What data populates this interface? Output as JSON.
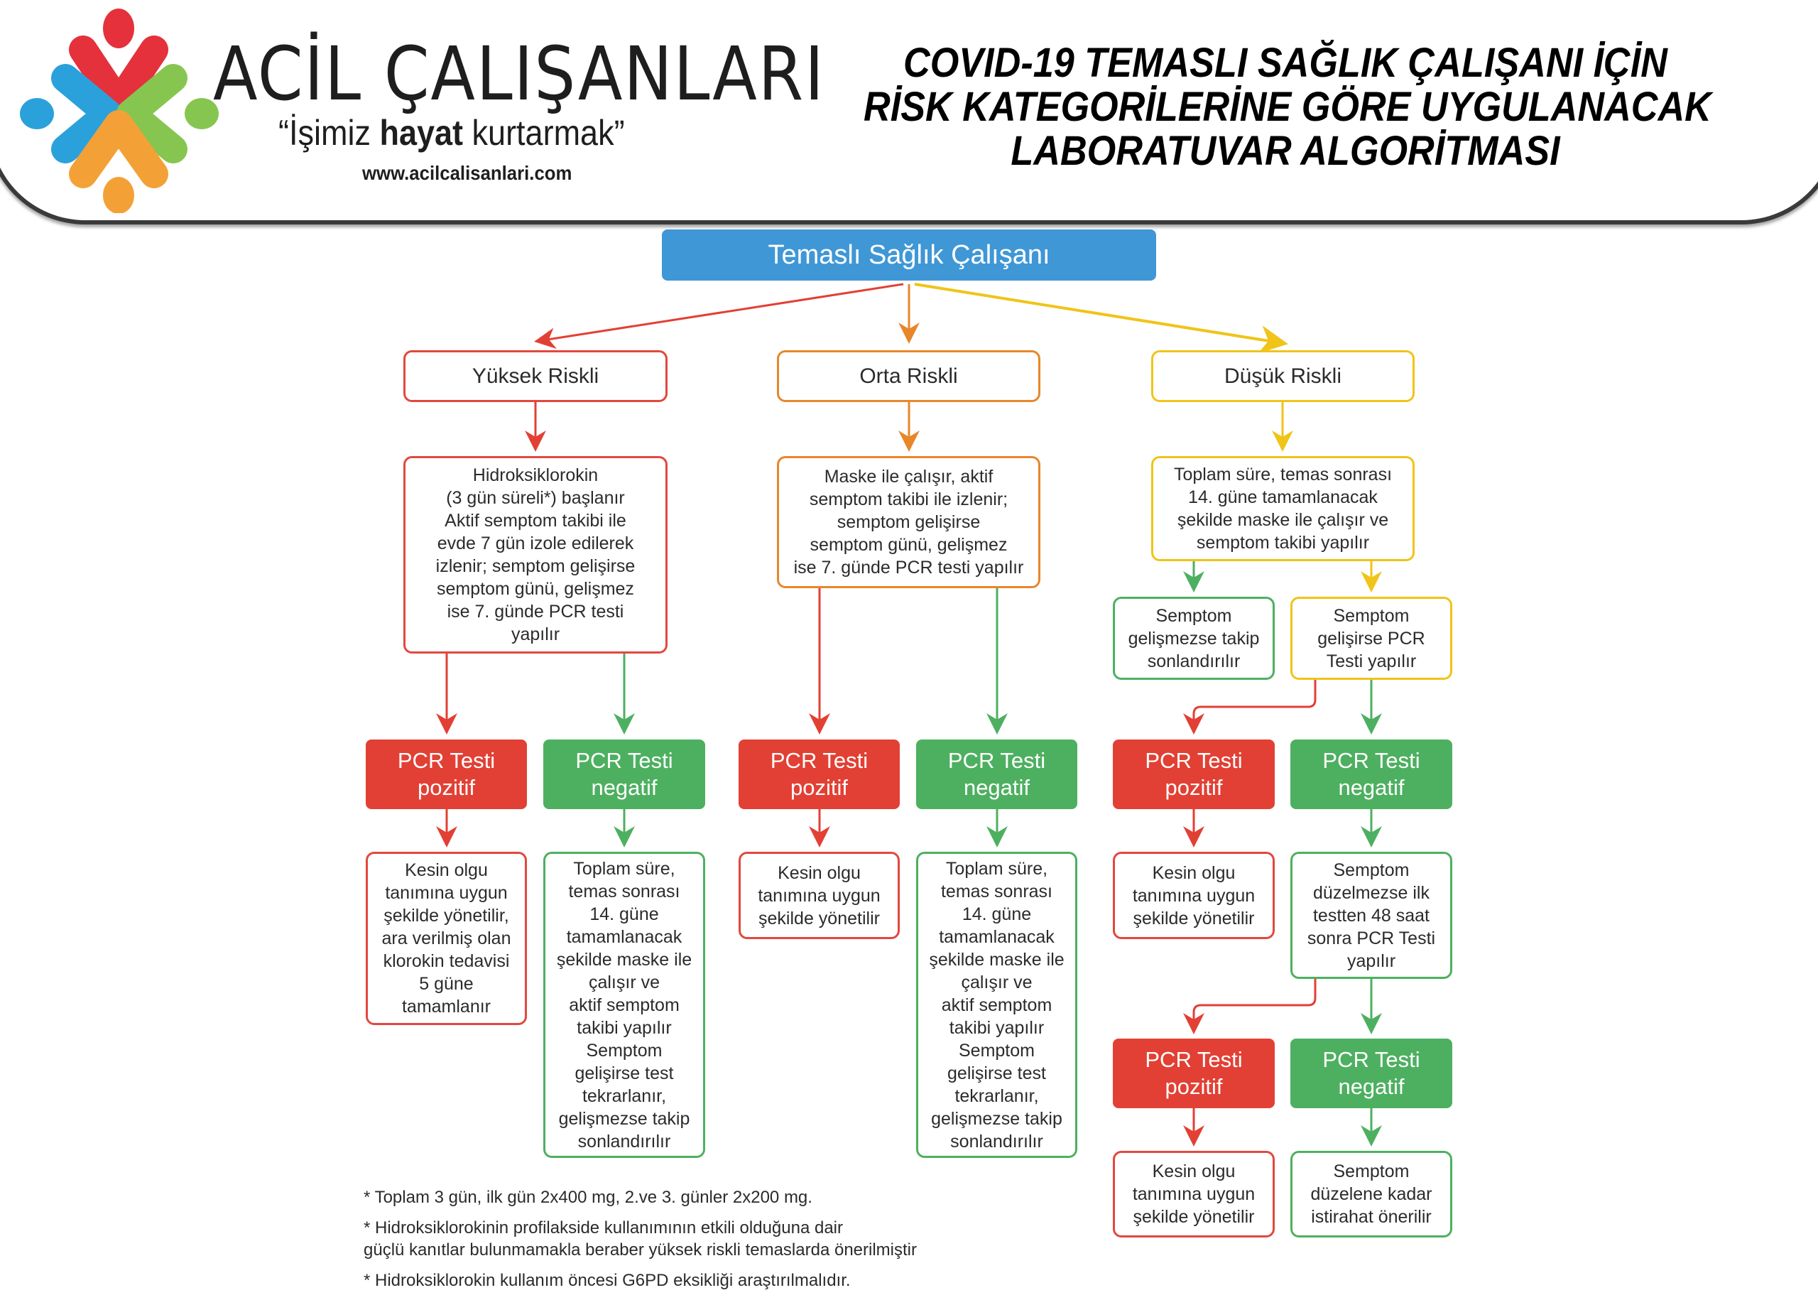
{
  "header": {
    "brand_name": "ACİL ÇALIŞANLARI",
    "slogan_pre": "“İşimiz ",
    "slogan_bold": "hayat",
    "slogan_post": " kurtarmak”",
    "website": "www.acilcalisanlari.com",
    "title_lines": [
      "COVID-19 TEMASLI SAĞLIK ÇALIŞANI İÇİN",
      "RİSK KATEGORİLERİNE GÖRE UYGULANACAK",
      "LABORATUVAR ALGORİTMASI"
    ],
    "logo_colors": {
      "red": "#e3202b",
      "blue": "#1a9ad8",
      "green": "#7cc242",
      "orange": "#f39a27"
    }
  },
  "colors": {
    "red": "#e24034",
    "orange": "#e8862a",
    "yellow": "#f0c419",
    "green": "#4db060",
    "blue": "#3f97d6"
  },
  "nodes": {
    "root": "Temaslı Sağlık Çalışanı",
    "high_risk": "Yüksek Riskli",
    "mid_risk": "Orta Riskli",
    "low_risk": "Düşük Riskli",
    "high_action": "Hidroksiklorokin\n(3 gün süreli*) başlanır\nAktif semptom takibi ile\nevde 7 gün izole edilerek\nizlenir; semptom gelişirse\nsemptom günü, gelişmez\nise 7. günde PCR testi\nyapılır",
    "mid_action": "Maske ile çalışır, aktif\nsemptom takibi ile izlenir;\nsemptom gelişirse\nsemptom günü, gelişmez\nise 7. günde PCR testi yapılır",
    "low_action": "Toplam süre, temas sonrası\n14. güne tamamlanacak\nşekilde maske ile çalışır ve\nsemptom takibi yapılır",
    "low_no_symptom": "Semptom\ngelişmezse takip\nsonlandırılır",
    "low_symptom": "Semptom\ngelişirse PCR\nTesti yapılır",
    "pcr_positive": "PCR Testi\npozitif",
    "pcr_negative": "PCR Testi\nnegatif",
    "high_pos_result": "Kesin olgu\ntanımına uygun\nşekilde yönetilir,\nara verilmiş olan\nklorokin tedavisi\n5 güne\ntamamlanır",
    "neg_result_long": "Toplam süre,\ntemas sonrası\n14. güne\ntamamlanacak\nşekilde maske ile\nçalışır ve\naktif semptom\ntakibi yapılır\nSemptom\ngelişirse test\ntekrarlanır,\ngelişmezse takip\nsonlandırılır",
    "pos_result_short": "Kesin olgu\ntanımına uygun\nşekilde yönetilir",
    "low_neg_result": "Semptom\ndüzelmezse ilk\ntestten 48 saat\nsonra PCR Testi\nyapılır",
    "low_final_neg_result": "Semptom\ndüzelene kadar\nistirahat önerilir"
  },
  "footnotes": [
    "* Toplam 3 gün, ilk gün 2x400 mg, 2.ve 3. günler 2x200 mg.",
    "* Hidroksiklorokinin profilakside kullanımının etkili olduğuna dair\n  güçlü kanıtlar bulunmamakla beraber yüksek riskli temaslarda önerilmiştir",
    "* Hidroksiklorokin kullanım öncesi G6PD eksikliği araştırılmalıdır."
  ]
}
